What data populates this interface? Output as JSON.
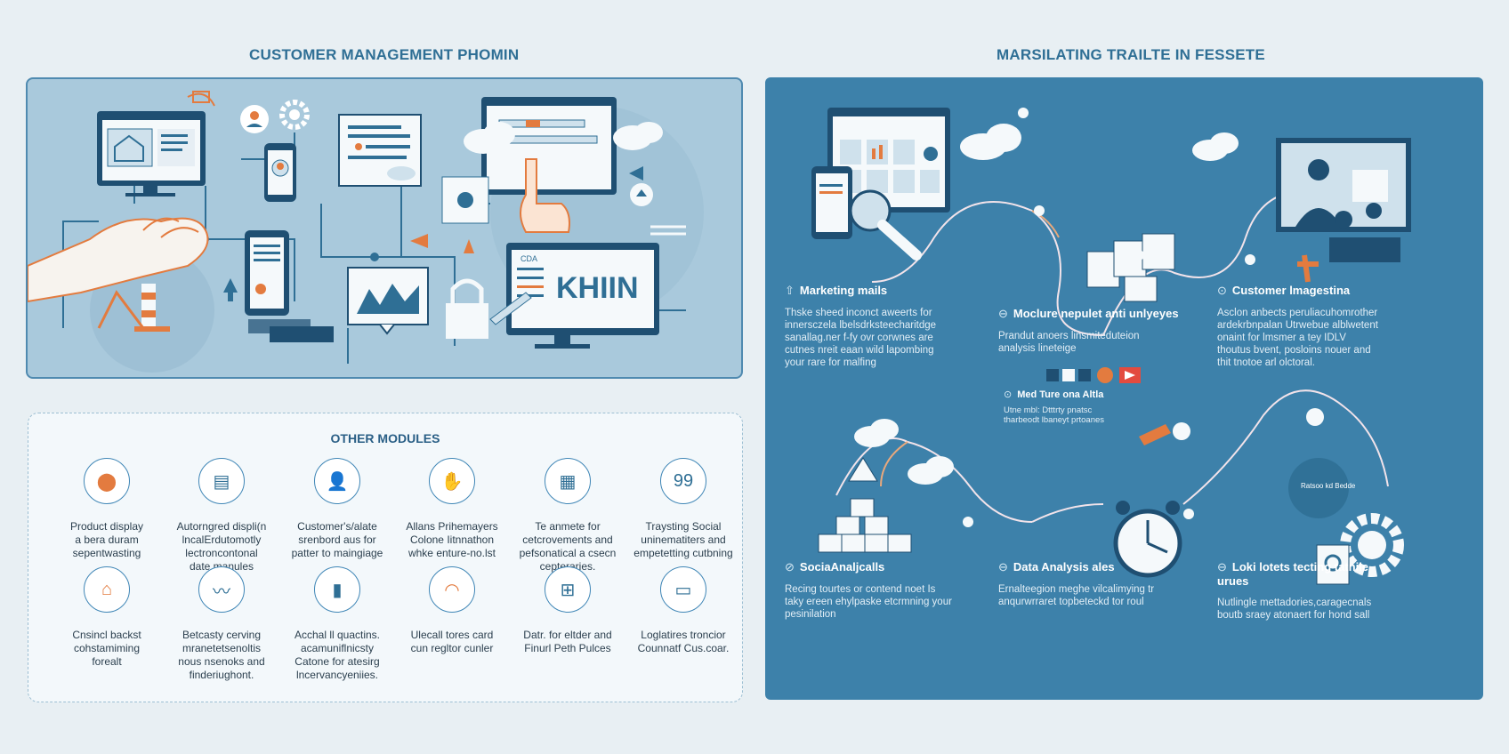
{
  "left_title": "CUSTOMER MANAGEMENT PHOMIN",
  "right_title": "MARSILATING TRAILTE IN FESSETE",
  "hero": {
    "screen_text": "KHIIN",
    "screen_label": "CDA"
  },
  "modules": {
    "title": "OTHER MODULES",
    "items": [
      {
        "label": "Product display\na bera duram\nsepentwasting",
        "icon": "helmet-icon"
      },
      {
        "label": "Autorngred displi(n\nlncalErdutomotly\nlectroncontonal\ndate manules",
        "icon": "newspaper-icon"
      },
      {
        "label": "Customer's/alate\nsrenbord aus for\npatter to maingiage",
        "icon": "user-icon"
      },
      {
        "label": "Allans Prihemayers\nColone Iitnnathon\nwhke enture-no.lst",
        "icon": "hand-icon"
      },
      {
        "label": "Te anmete for\ncetcrovements and\npefsonatical a csecn\ncepteraries.",
        "icon": "browser-chart-icon"
      },
      {
        "label": "Traysting Social\nuninematiters and\nempetetting cutbning",
        "icon": "quote-badge-icon"
      },
      {
        "label": "Cnsincl backst\ncohstamiming\nforealt",
        "icon": "tag-icon"
      },
      {
        "label": "Betcasty cerving\nmranetetsenoltis\nnous nsenoks and\nfinderiughont.",
        "icon": "chart-window-icon"
      },
      {
        "label": "Acchal ll quactins.\nacamuniflnicsty\nCatone for atesirg\nlncervancyeniies.",
        "icon": "bar-chart-icon"
      },
      {
        "label": "Ulecall tores card\ncun regltor cunler",
        "icon": "signal-icon"
      },
      {
        "label": "Datr. for eltder and\nFinurl Peth Pulces",
        "icon": "device-icon"
      },
      {
        "label": "Loglatires troncior\nCounnatf Cus.coar.",
        "icon": "window-icon"
      }
    ]
  },
  "right": {
    "sections": [
      {
        "symbol": "⇧",
        "heading": "Marketing mails",
        "body": "Thske sheed inconct aweerts for\ninnersczela lbelsdrksteecharitdge\nsanallag.ner f-fy ovr corwnes are\ncutnes nreit eaan wild lapombing\nyour rare for malfing"
      },
      {
        "symbol": "⊖",
        "heading": "Moclure nepulet anti unlyeyes",
        "body": "Prandut anoers linsmiteduteion\nanalysis lineteige"
      },
      {
        "symbol": "⊙",
        "heading": "Customer lmagestina",
        "body": "Asclon anbects peruliacuhomrother\nardekrbnpalan Utrwebue alblwetent\nonaint for lmsmer a tey IDLV\nthoutus bvent, posloins nouer and\nthit tnotoe arl olctoral."
      },
      {
        "symbol": "⊙",
        "heading": "Med Ture ona Altla",
        "body": "Utne mbl: Dtttrty pnatsc\ntharbeodt lbaneyt prtoanes"
      },
      {
        "symbol": "⊘",
        "heading": "SociaAnaljcalls",
        "body": "Recing tourtes or contend noet Is\ntaky ereen ehylpaske etcrmning your\npesinilation"
      },
      {
        "symbol": "⊖",
        "heading": "Data Analysis ales",
        "body": "Ernalteegion meghe vilcalimying tr\nanqurwrraret topbeteckd tor roul"
      },
      {
        "symbol": "⊖",
        "heading": "Loki lotets tecting tatnile\nurues",
        "body": "Nutlingle mettadories,caragecnals\nboutb sraey atonaert for hond sall"
      }
    ],
    "screen_badge": "Ratsoo kd Bedde"
  },
  "colors": {
    "accent_orange": "#e37b3f",
    "panel_blue": "#3d81aa",
    "hero_blue": "#a9c9dc",
    "dark_blue": "#1f4f72"
  }
}
